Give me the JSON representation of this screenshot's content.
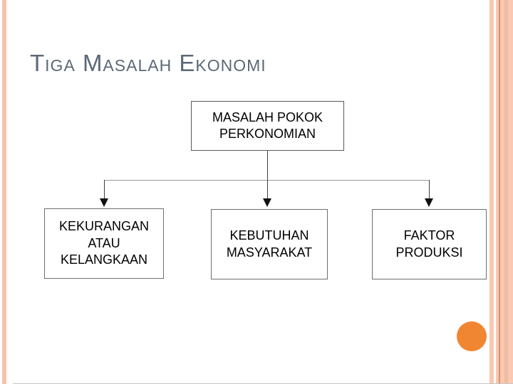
{
  "slide": {
    "title": "Tiga Masalah Ekonomi",
    "title_color": "#5d6876"
  },
  "diagram": {
    "type": "org-chart",
    "root": {
      "label": "MASALAH POKOK PERKONOMIAN"
    },
    "children": [
      {
        "label": "KEKURANGAN ATAU KELANGKAAN"
      },
      {
        "label": "KEBUTUHAN MASYARAKAT"
      },
      {
        "label": "FAKTOR PRODUKSI"
      }
    ]
  },
  "decor": {
    "accent_circle_color": "#f08632",
    "side_stripe_color": "#f6c3ab",
    "stripe_accent_line_color": "#dd9065",
    "box_border_color": "#6f6f6f",
    "connector_color": "#3f3f3f"
  }
}
